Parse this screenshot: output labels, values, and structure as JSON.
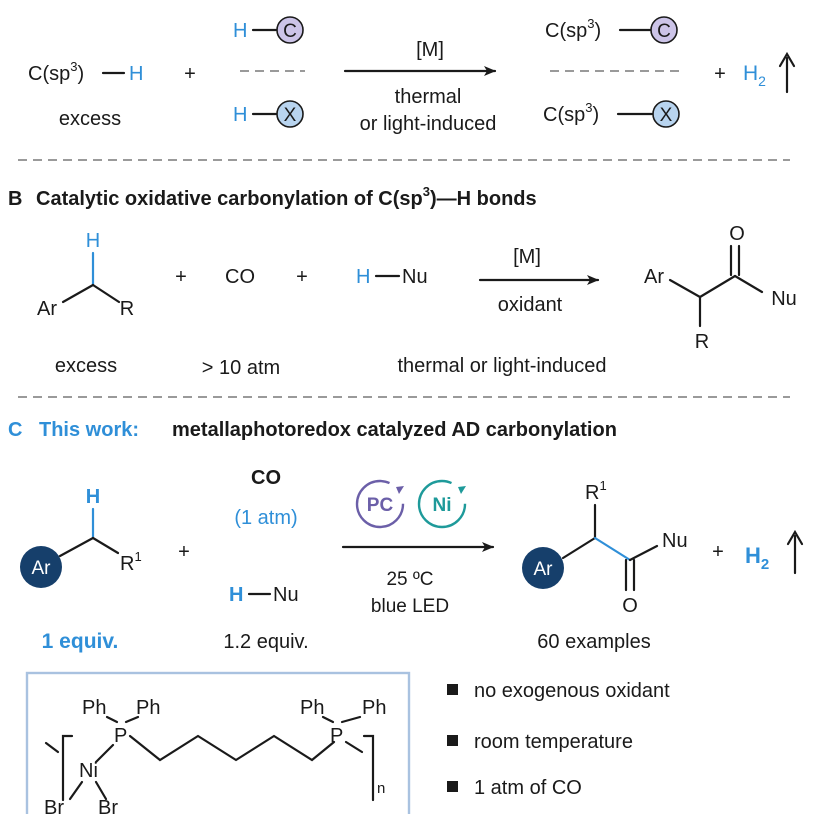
{
  "colors": {
    "text": "#1a1a1a",
    "accent_blue": "#2f8fd8",
    "purple_circle": "#ccc4e8",
    "blue_circle": "#b8d4ef",
    "aryl_fill": "#163f6b",
    "pc_color": "#6b5fa8",
    "ni_color": "#1e9a9a",
    "box_border": "#a9c2e0",
    "divider": "#9a9a9a"
  },
  "panel_a": {
    "substrate": "C(sp",
    "sup3": "3",
    "close": ")",
    "h": "H",
    "excess": "excess",
    "plus": "+",
    "partner_c_h": "H",
    "partner_c": "C",
    "partner_x_h": "H",
    "partner_x": "X",
    "catalyst": "[M]",
    "condition1": "thermal",
    "condition2": "or light-induced",
    "product_prefix": "C(sp",
    "product_c": "C",
    "product_x": "X",
    "plus2": "+",
    "h2": "H",
    "h2_sub": "2",
    "gas_arrow": "↑"
  },
  "panel_b": {
    "letter": "B",
    "title_pre": "Catalytic oxidative carbonylation of C(sp",
    "title_sup": "3",
    "title_post": ")—H bonds",
    "h": "H",
    "ar": "Ar",
    "r": "R",
    "plus1": "+",
    "co": "CO",
    "plus2": "+",
    "hnu_h": "H",
    "hnu_nu": "Nu",
    "catalyst": "[M]",
    "oxidant": "oxidant",
    "prod_o": "O",
    "prod_ar": "Ar",
    "prod_nu": "Nu",
    "prod_r": "R",
    "excess": "excess",
    "pressure": "> 10 atm",
    "conditions": "thermal or light-induced"
  },
  "panel_c": {
    "letter": "C",
    "label": "This work:",
    "title": "metallaphotoredox catalyzed AD carbonylation",
    "h": "H",
    "ar": "Ar",
    "r1": "R",
    "r1_sup": "1",
    "plus1": "+",
    "co": "CO",
    "co_pressure": "(1 atm)",
    "hnu_h": "H",
    "hnu_nu": "Nu",
    "pc": "PC",
    "ni": "Ni",
    "temp": "25 ºC",
    "light": "blue LED",
    "prod_r1": "R",
    "prod_r1_sup": "1",
    "prod_nu": "Nu",
    "prod_o": "O",
    "prod_ar": "Ar",
    "plus2": "+",
    "h2": "H",
    "h2_sub": "2",
    "gas_arrow": "↑",
    "equiv_sub": "1 equiv.",
    "equiv_nu": "1.2 equiv.",
    "examples": "60 examples"
  },
  "catalyst_box": {
    "ph1": "Ph",
    "ph2": "Ph",
    "ph3": "Ph",
    "ph4": "Ph",
    "p1": "P",
    "p2": "P",
    "ni": "Ni",
    "br1": "Br",
    "br2": "Br",
    "n": "n"
  },
  "features": [
    "no exogenous oxidant",
    "room temperature",
    "1 atm of CO"
  ]
}
